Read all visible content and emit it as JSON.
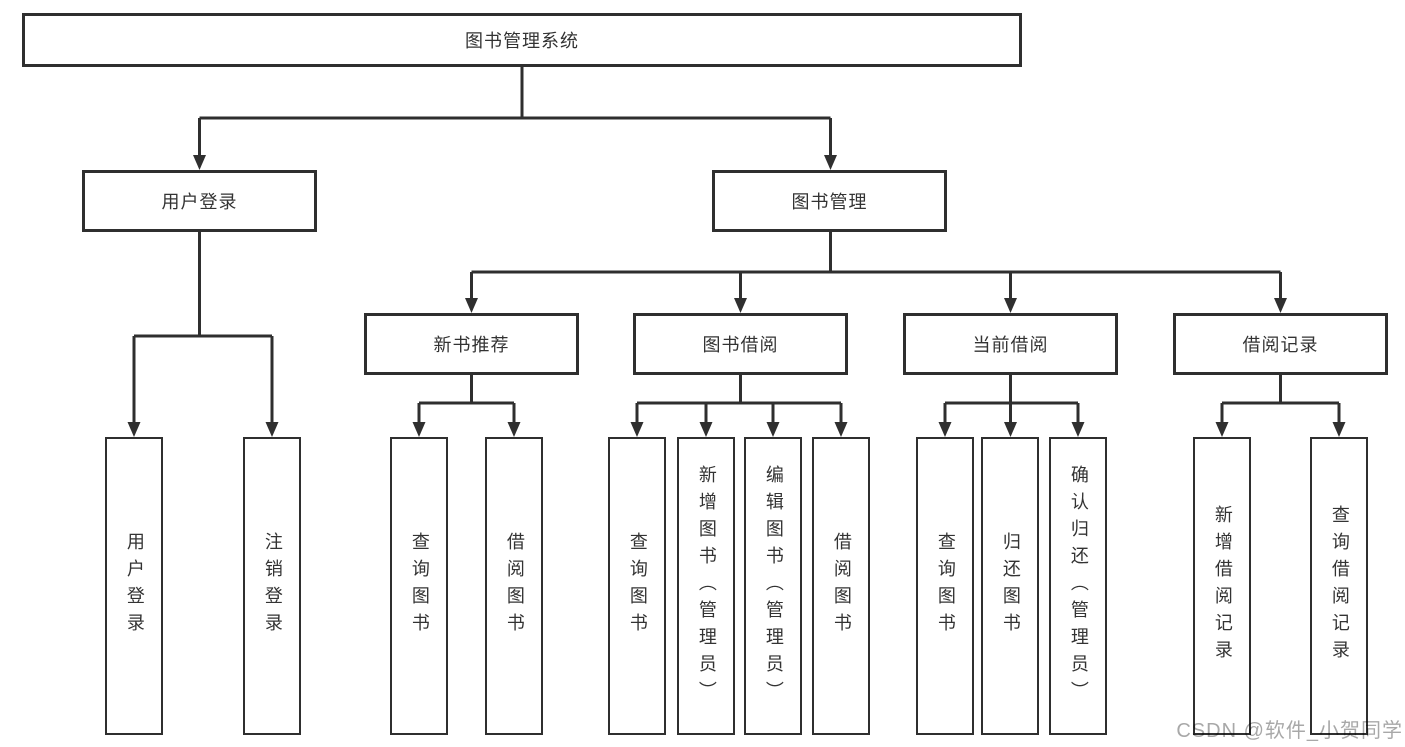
{
  "tree": {
    "label": "图书管理系统",
    "children": [
      {
        "label": "用户登录",
        "children": [
          {
            "label": "用户登录"
          },
          {
            "label": "注销登录"
          }
        ]
      },
      {
        "label": "图书管理",
        "children": [
          {
            "label": "新书推荐",
            "children": [
              {
                "label": "查询图书"
              },
              {
                "label": "借阅图书"
              }
            ]
          },
          {
            "label": "图书借阅",
            "children": [
              {
                "label": "查询图书"
              },
              {
                "label": "新增图书（管理员）"
              },
              {
                "label": "编辑图书（管理员）"
              },
              {
                "label": "借阅图书"
              }
            ]
          },
          {
            "label": "当前借阅",
            "children": [
              {
                "label": "查询图书"
              },
              {
                "label": "归还图书"
              },
              {
                "label": "确认归还（管理员）"
              }
            ]
          },
          {
            "label": "借阅记录",
            "children": [
              {
                "label": "新增借阅记录"
              },
              {
                "label": "查询借阅记录"
              }
            ]
          }
        ]
      }
    ]
  },
  "watermark": {
    "text": "CSDN @软件_小贺同学",
    "color": "#a8a8a8"
  },
  "colors": {
    "background": "#ffffff",
    "box_border": "#2f2f2f",
    "box_fill": "#ffffff",
    "line": "#2f2f2f",
    "text": "#333333"
  }
}
